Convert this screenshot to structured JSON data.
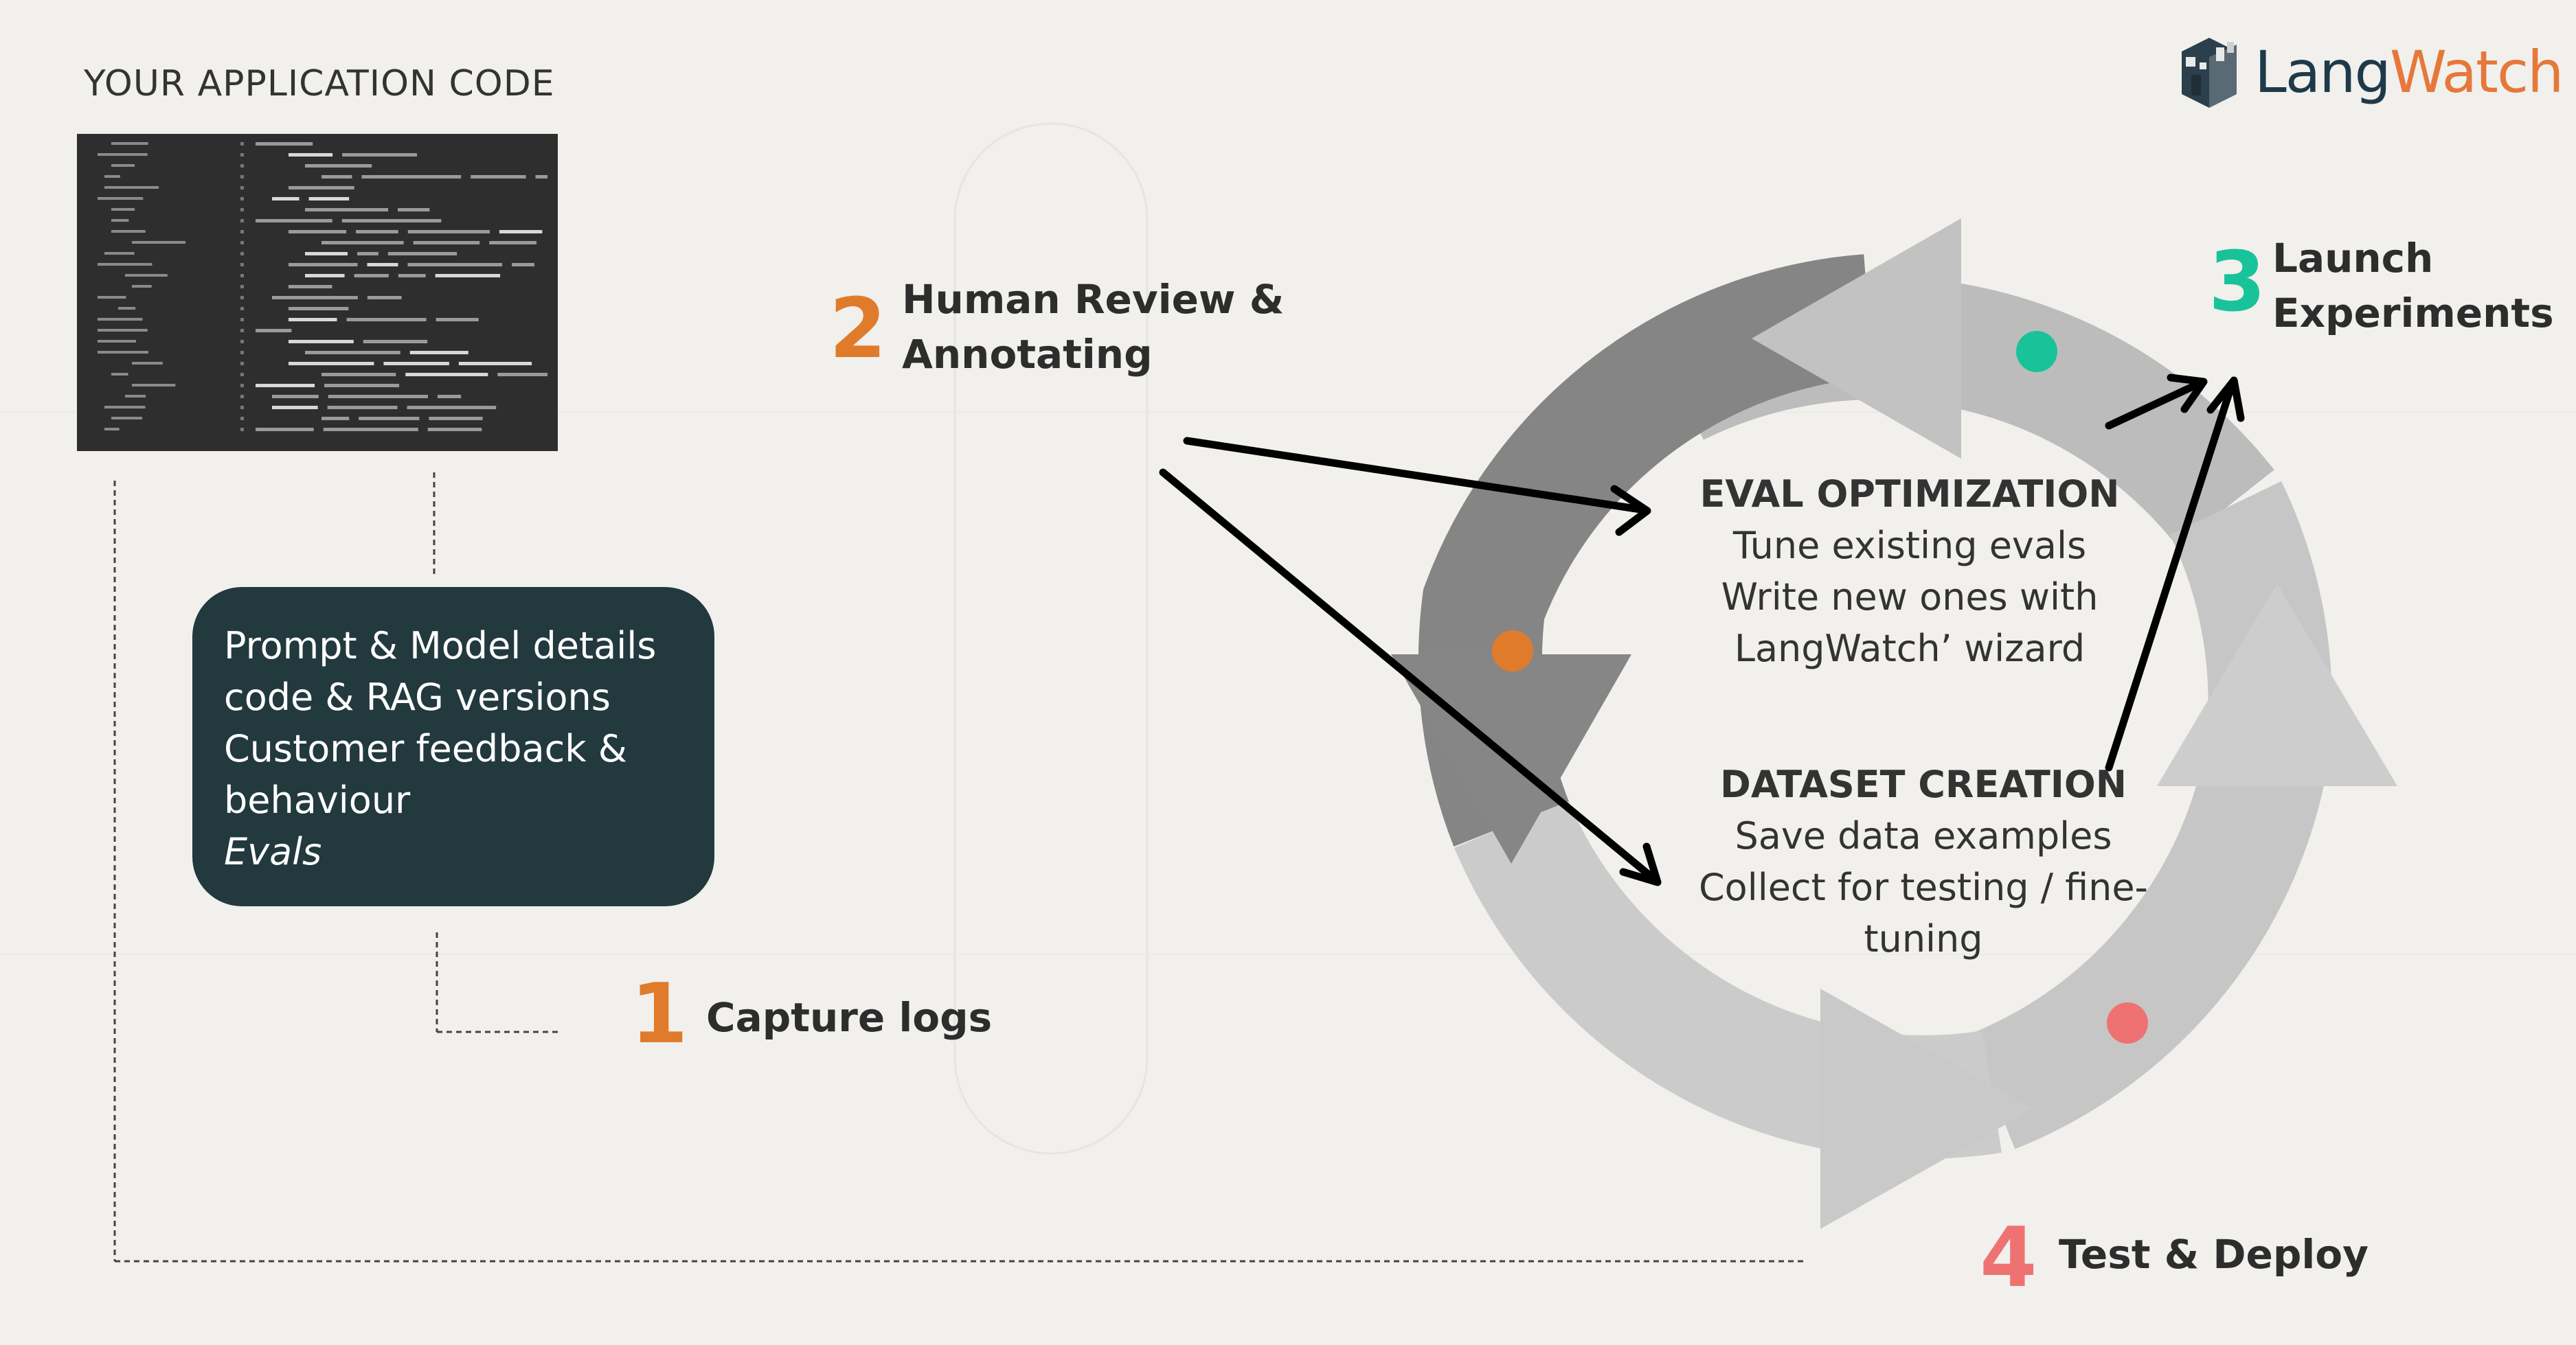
{
  "app_code_label": "YOUR APPLICATION CODE",
  "logo": {
    "text_part1": "Lang",
    "text_part2": "Watch",
    "icon": "langwatch-castle-icon"
  },
  "info_box": {
    "lines": [
      "Prompt & Model details",
      "code & RAG versions",
      "Customer feedback &",
      "behaviour"
    ],
    "italic_line": "Evals"
  },
  "steps": [
    {
      "number": "1",
      "label_lines": [
        "Capture logs"
      ],
      "color": "#e07b2b"
    },
    {
      "number": "2",
      "label_lines": [
        "Human Review &",
        "Annotating"
      ],
      "color": "#e07b2b"
    },
    {
      "number": "3",
      "label_lines": [
        "Launch",
        "Experiments"
      ],
      "color": "#18c39a"
    },
    {
      "number": "4",
      "label_lines": [
        "Test & Deploy"
      ],
      "color": "#ef7272"
    }
  ],
  "eval_optimization": {
    "heading": "EVAL OPTIMIZATION",
    "lines": [
      "Tune existing evals",
      "Write new ones with",
      "LangWatch’ wizard"
    ]
  },
  "dataset_creation": {
    "heading": "DATASET CREATION",
    "lines": [
      "Save data examples",
      "Collect for testing / fine-",
      "tuning"
    ]
  },
  "colors": {
    "background": "#f1f0ec",
    "info_box": "#22393e",
    "code_background": "#2e2e2e",
    "cycle_dark": "#858585",
    "cycle_light": "#c9c9c9",
    "orange": "#e07b2b",
    "teal": "#18c39a",
    "coral": "#ef7272"
  }
}
